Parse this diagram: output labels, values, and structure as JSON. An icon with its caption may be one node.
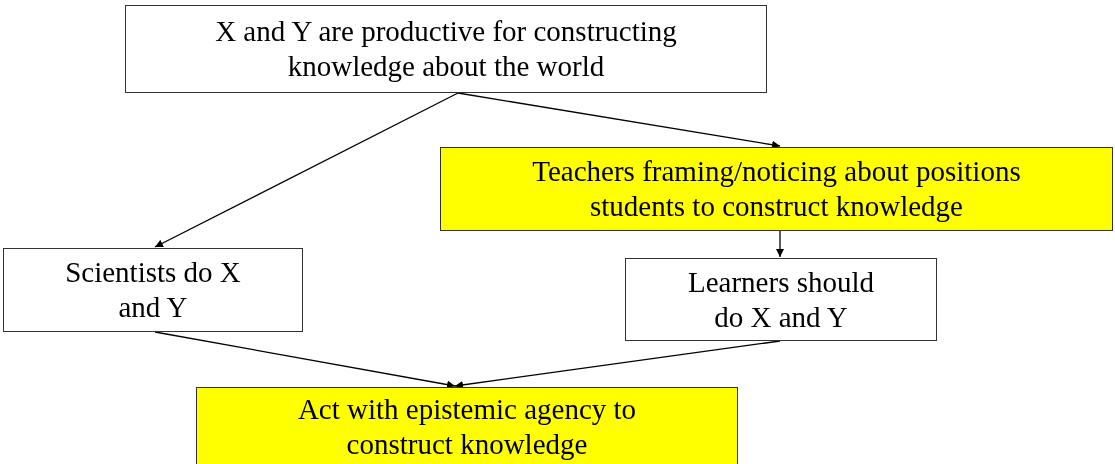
{
  "diagram": {
    "nodes": [
      {
        "text": [
          "X and Y are productive for constructing knowledge about the world"
        ]
      },
      {
        "text": [
          "Teachers framing/noticing about positions students to construct knowledge"
        ]
      },
      {
        "text": [
          "Scientists do X and Y"
        ]
      },
      {
        "text": [
          "Learners should do X and Y"
        ]
      },
      {
        "text": [
          "Act with epistemic agency to construct knowledge"
        ]
      }
    ],
    "edges": [
      {
        "from": 0,
        "to": 2,
        "arrow": "to"
      },
      {
        "from": 0,
        "to": 1,
        "arrow": "to"
      },
      {
        "from": 1,
        "to": 3,
        "arrow": "to"
      },
      {
        "from": 2,
        "to": 4,
        "arrow": "to"
      },
      {
        "from": 3,
        "to": 4,
        "arrow": "to"
      }
    ]
  }
}
